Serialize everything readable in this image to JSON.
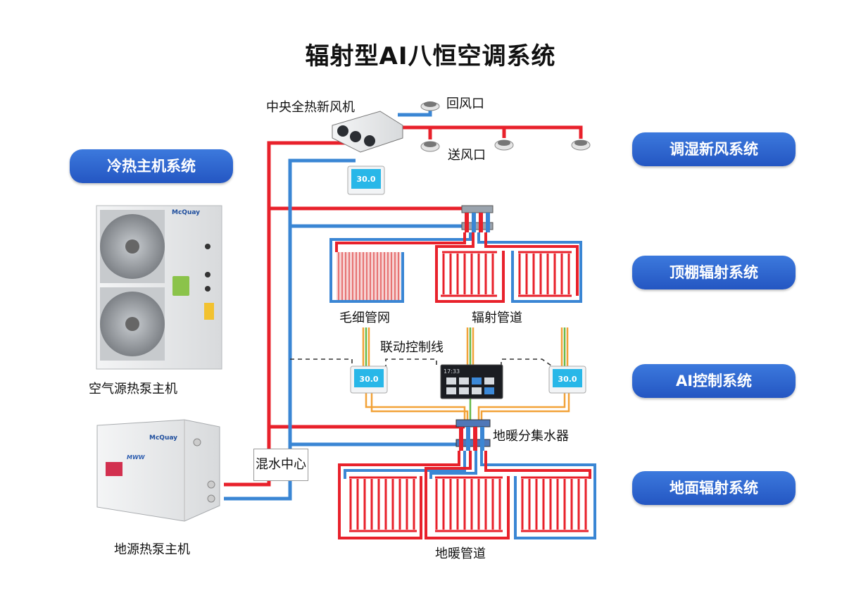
{
  "title": "辐射型AI八恒空调系统",
  "systems": {
    "main_host": "冷热主机系统",
    "fresh_air": "调湿新风系统",
    "ceiling": "顶棚辐射系统",
    "ai_control": "AI控制系统",
    "floor": "地面辐射系统"
  },
  "labels": {
    "central_erv": "中央全热新风机",
    "return_vent": "回风口",
    "supply_vent": "送风口",
    "air_source": "空气源热泵主机",
    "ground_source": "地源热泵主机",
    "mixing_center": "混水中心",
    "capillary": "毛细管网",
    "radiant_pipe": "辐射管道",
    "linkage_line": "联动控制线",
    "floor_manifold": "地暖分集水器",
    "floor_pipe": "地暖管道"
  },
  "devices": {
    "brand": "McQuay",
    "ground_badge": "MWW",
    "thermostat_value": "30.0",
    "panel_time": "17:33"
  },
  "colors": {
    "hot": "#e8212b",
    "cold": "#3a86d4",
    "signal_green": "#67b94a",
    "signal_orange": "#f2a238",
    "pill_blue": "#2f66d0"
  }
}
